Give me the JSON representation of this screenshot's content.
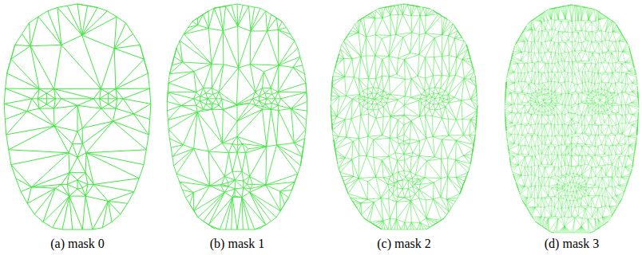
{
  "diagram": {
    "labels": [
      "(a) mask 0",
      "(b) mask 1",
      "(c) mask 2",
      "(d) mask 3"
    ]
  }
}
